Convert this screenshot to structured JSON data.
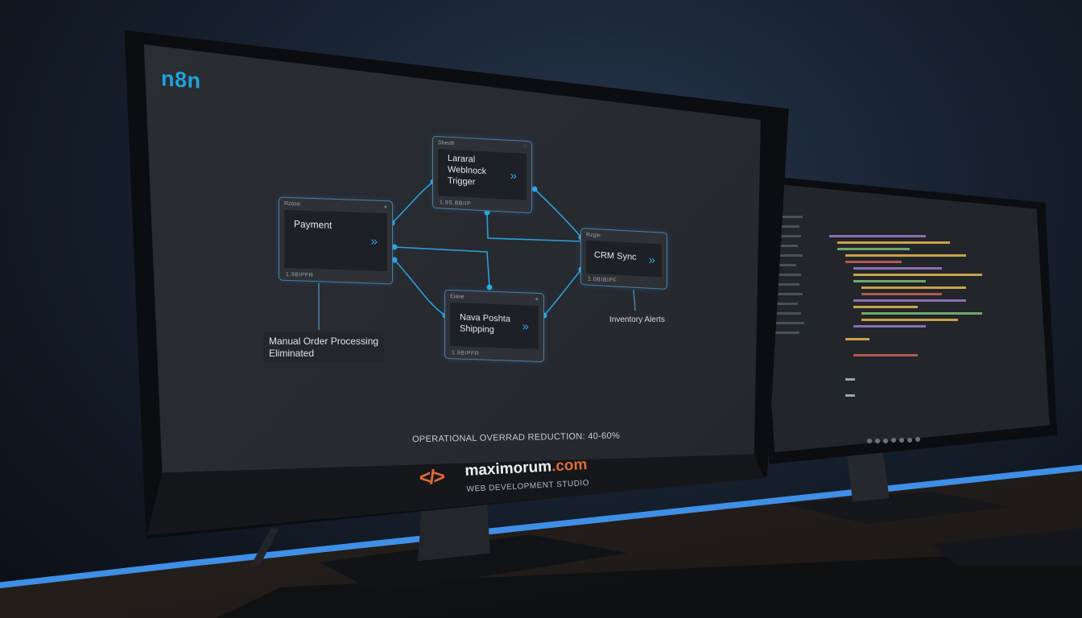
{
  "main_screen": {
    "logo": "n8n",
    "nodes": [
      {
        "header": "Rzoce",
        "title": "Payment",
        "footer": "1.9BIPFR"
      },
      {
        "header": "Sheofr",
        "title": "Lararal\nWeblnock\nTrigger",
        "footer": "1.9S.BBIIP"
      },
      {
        "header": "Rzgie",
        "title": "CRM Sync",
        "footer": "1.0BIBIPF"
      },
      {
        "header": "Eiase",
        "title": "Nava Poshta\nShipping",
        "footer": "1.9BIPFR"
      }
    ],
    "callout": "Manual Order Processing\nEliminated",
    "inventory_label": "Inventory Alerts",
    "footer_text": "OPERATIONAL OVERRAD REDUCTION: 40-60%"
  },
  "branding": {
    "icon": "</>",
    "name_prefix": "maximorum",
    "name_suffix": ".com",
    "tagline": "WEB DEVELOPMENT STUDIO"
  },
  "colors": {
    "accent": "#1ea3dc",
    "brand_orange": "#e06a36",
    "node_border": "#4c7fa3"
  }
}
